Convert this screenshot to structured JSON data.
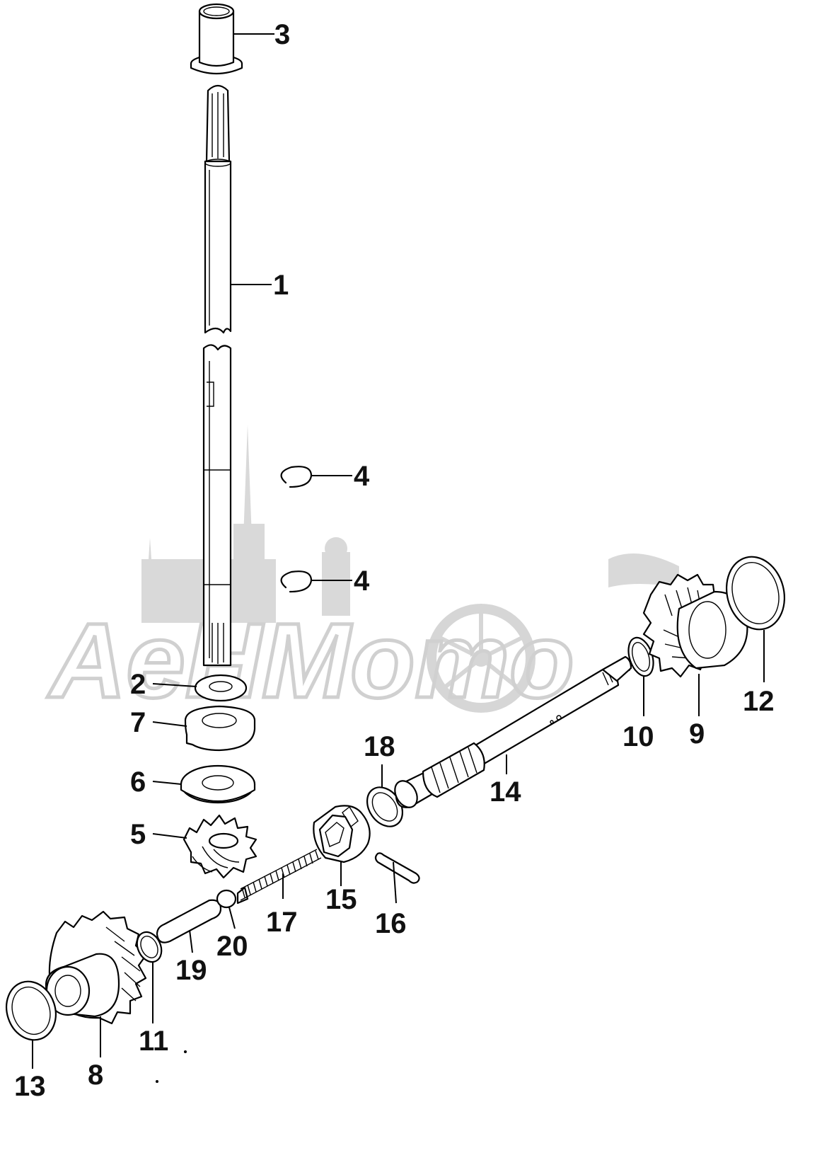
{
  "watermark": {
    "text": "AeHMomo",
    "color": "#d0d0d0"
  },
  "callouts": {
    "c1": "1",
    "c2": "2",
    "c3": "3",
    "c4a": "4",
    "c4b": "4",
    "c5": "5",
    "c6": "6",
    "c7": "7",
    "c8": "8",
    "c9": "9",
    "c10": "10",
    "c11": "11",
    "c12": "12",
    "c13": "13",
    "c14": "14",
    "c15": "15",
    "c16": "16",
    "c17": "17",
    "c18": "18",
    "c19": "19",
    "c20": "20"
  },
  "parts": [
    {
      "ref": "1",
      "name": "drive shaft"
    },
    {
      "ref": "2",
      "name": "washer"
    },
    {
      "ref": "3",
      "name": "bushing"
    },
    {
      "ref": "4",
      "name": "circlip"
    },
    {
      "ref": "5",
      "name": "pinion gear"
    },
    {
      "ref": "6",
      "name": "thrust washer"
    },
    {
      "ref": "7",
      "name": "tab washer"
    },
    {
      "ref": "8",
      "name": "forward gear"
    },
    {
      "ref": "9",
      "name": "reverse gear"
    },
    {
      "ref": "10",
      "name": "shim"
    },
    {
      "ref": "11",
      "name": "shim"
    },
    {
      "ref": "12",
      "name": "thrust washer"
    },
    {
      "ref": "13",
      "name": "thrust washer"
    },
    {
      "ref": "14",
      "name": "propeller shaft"
    },
    {
      "ref": "15",
      "name": "clutch dog"
    },
    {
      "ref": "16",
      "name": "pin"
    },
    {
      "ref": "17",
      "name": "spring"
    },
    {
      "ref": "18",
      "name": "ring"
    },
    {
      "ref": "19",
      "name": "shift plunger"
    },
    {
      "ref": "20",
      "name": "ball"
    }
  ]
}
